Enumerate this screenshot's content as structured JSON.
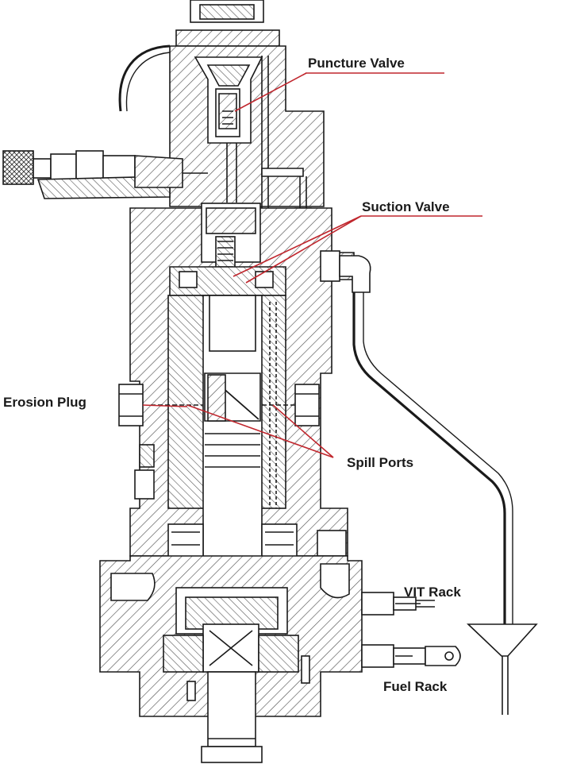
{
  "labels": {
    "puncture_valve": "Puncture Valve",
    "suction_valve": "Suction Valve",
    "erosion_plug": "Erosion Plug",
    "spill_ports": "Spill Ports",
    "vit_rack": "VIT Rack",
    "fuel_rack": "Fuel Rack"
  },
  "colors": {
    "leader": "#c0262d",
    "ink": "#1a1a1a",
    "hatch": "#555555"
  }
}
